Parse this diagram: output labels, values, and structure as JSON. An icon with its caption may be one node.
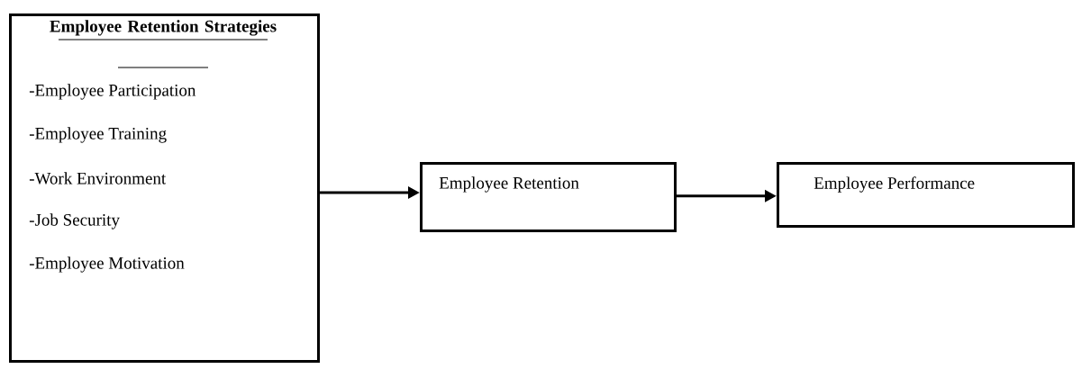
{
  "diagram": {
    "nodes": [
      {
        "text": [
          "Employee Retention Strategies",
          "-Employee Participation",
          "-Employee Training",
          "-Work Environment",
          "-Job Security",
          "-Employee Motivation"
        ]
      },
      {
        "text": [
          "Employee Retention"
        ]
      },
      {
        "text": [
          "Employee Performance"
        ]
      }
    ],
    "edges": [
      {
        "from": 0,
        "to": 1,
        "arrow": "to"
      },
      {
        "from": 1,
        "to": 2,
        "arrow": "to"
      }
    ]
  }
}
